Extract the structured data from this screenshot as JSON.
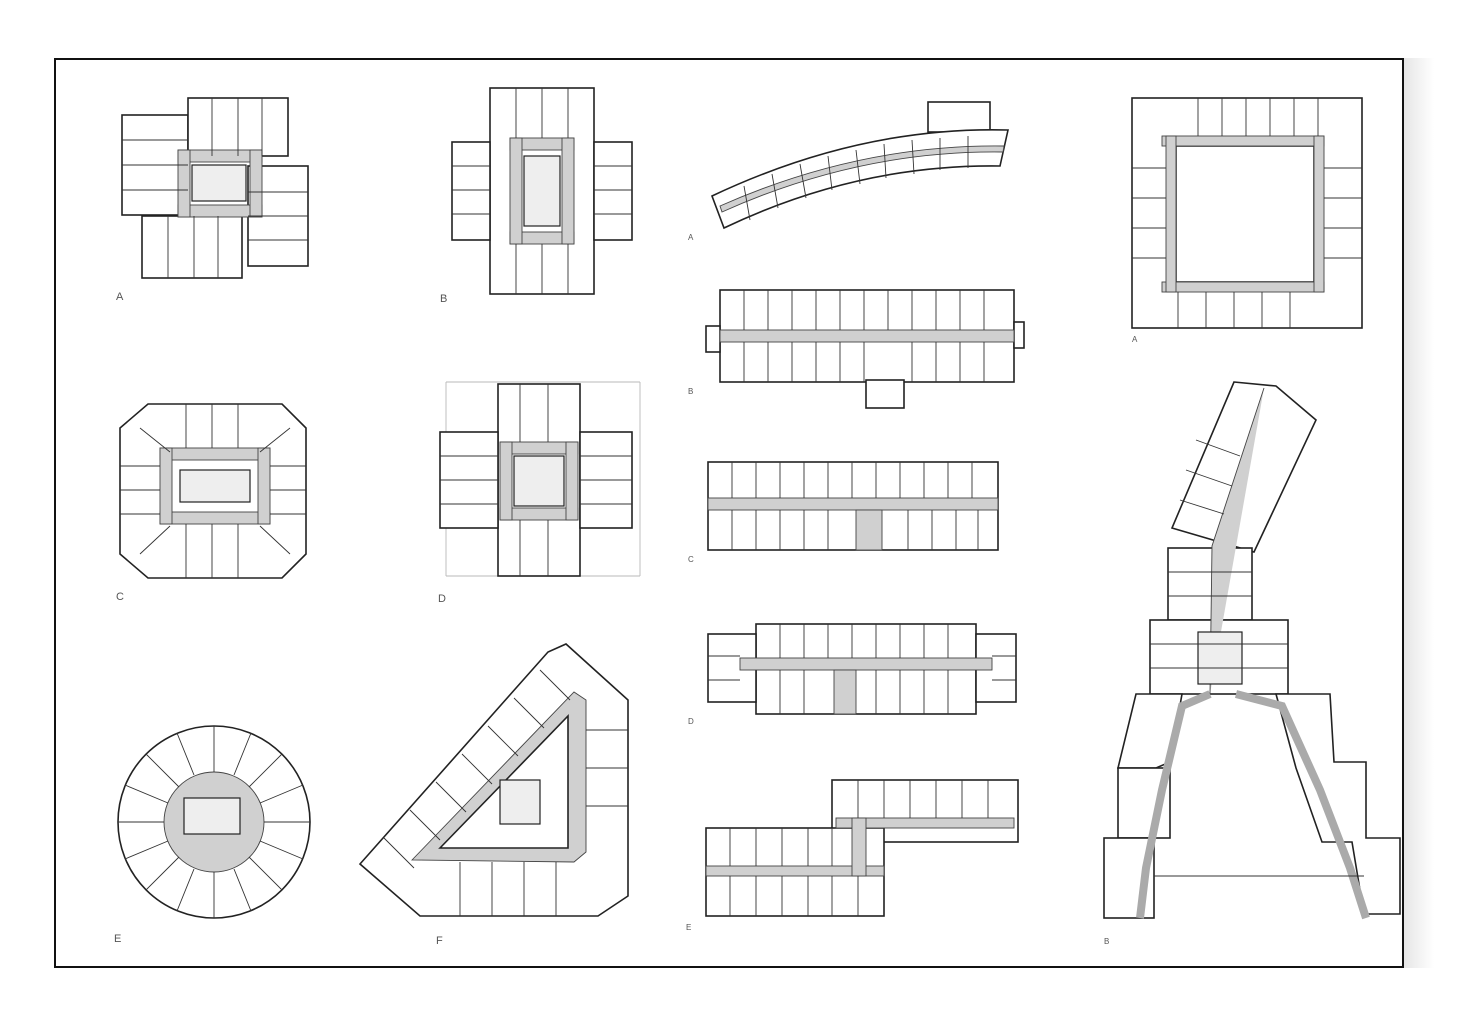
{
  "labels": {
    "col1_a": "A",
    "col1_b": "B",
    "col1_c": "C",
    "col1_d": "D",
    "col1_e": "E",
    "col1_f": "F",
    "col2_a": "A",
    "col2_b": "B",
    "col2_c": "C",
    "col2_d": "D",
    "col2_e": "E",
    "col3_a": "A",
    "col3_b": "B"
  },
  "colors": {
    "ink": "#222222",
    "corridor": "#d0d0d0",
    "paper": "#ffffff"
  }
}
